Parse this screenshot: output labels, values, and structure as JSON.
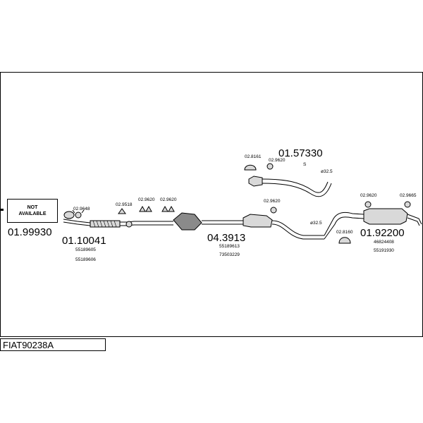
{
  "diagram": {
    "code": "FIAT90238A",
    "not_available": [
      "NOT",
      "AVAILABLE"
    ],
    "parts": {
      "manifold": {
        "number": "01.99930"
      },
      "front_pipe": {
        "number": "01.10041",
        "oem": [
          "55189605",
          "55189606"
        ],
        "clamp": "02.9648"
      },
      "catalyst": {
        "number": "04.3913",
        "oem": [
          "55189613",
          "73503229"
        ],
        "mounts": [
          "02.9518",
          "02.9620",
          "02.9620",
          "02.9620"
        ]
      },
      "alt_middle": {
        "number": "01.57330",
        "note": "S",
        "diameter": "ø32.5",
        "mounts": [
          "02.8161",
          "02.9620"
        ]
      },
      "rear_box": {
        "number": "01.92200",
        "oem": [
          "46824408",
          "55191930"
        ],
        "diameter": "ø32.5",
        "mounts": [
          "02.8160",
          "02.9620",
          "02.9665"
        ]
      }
    }
  }
}
